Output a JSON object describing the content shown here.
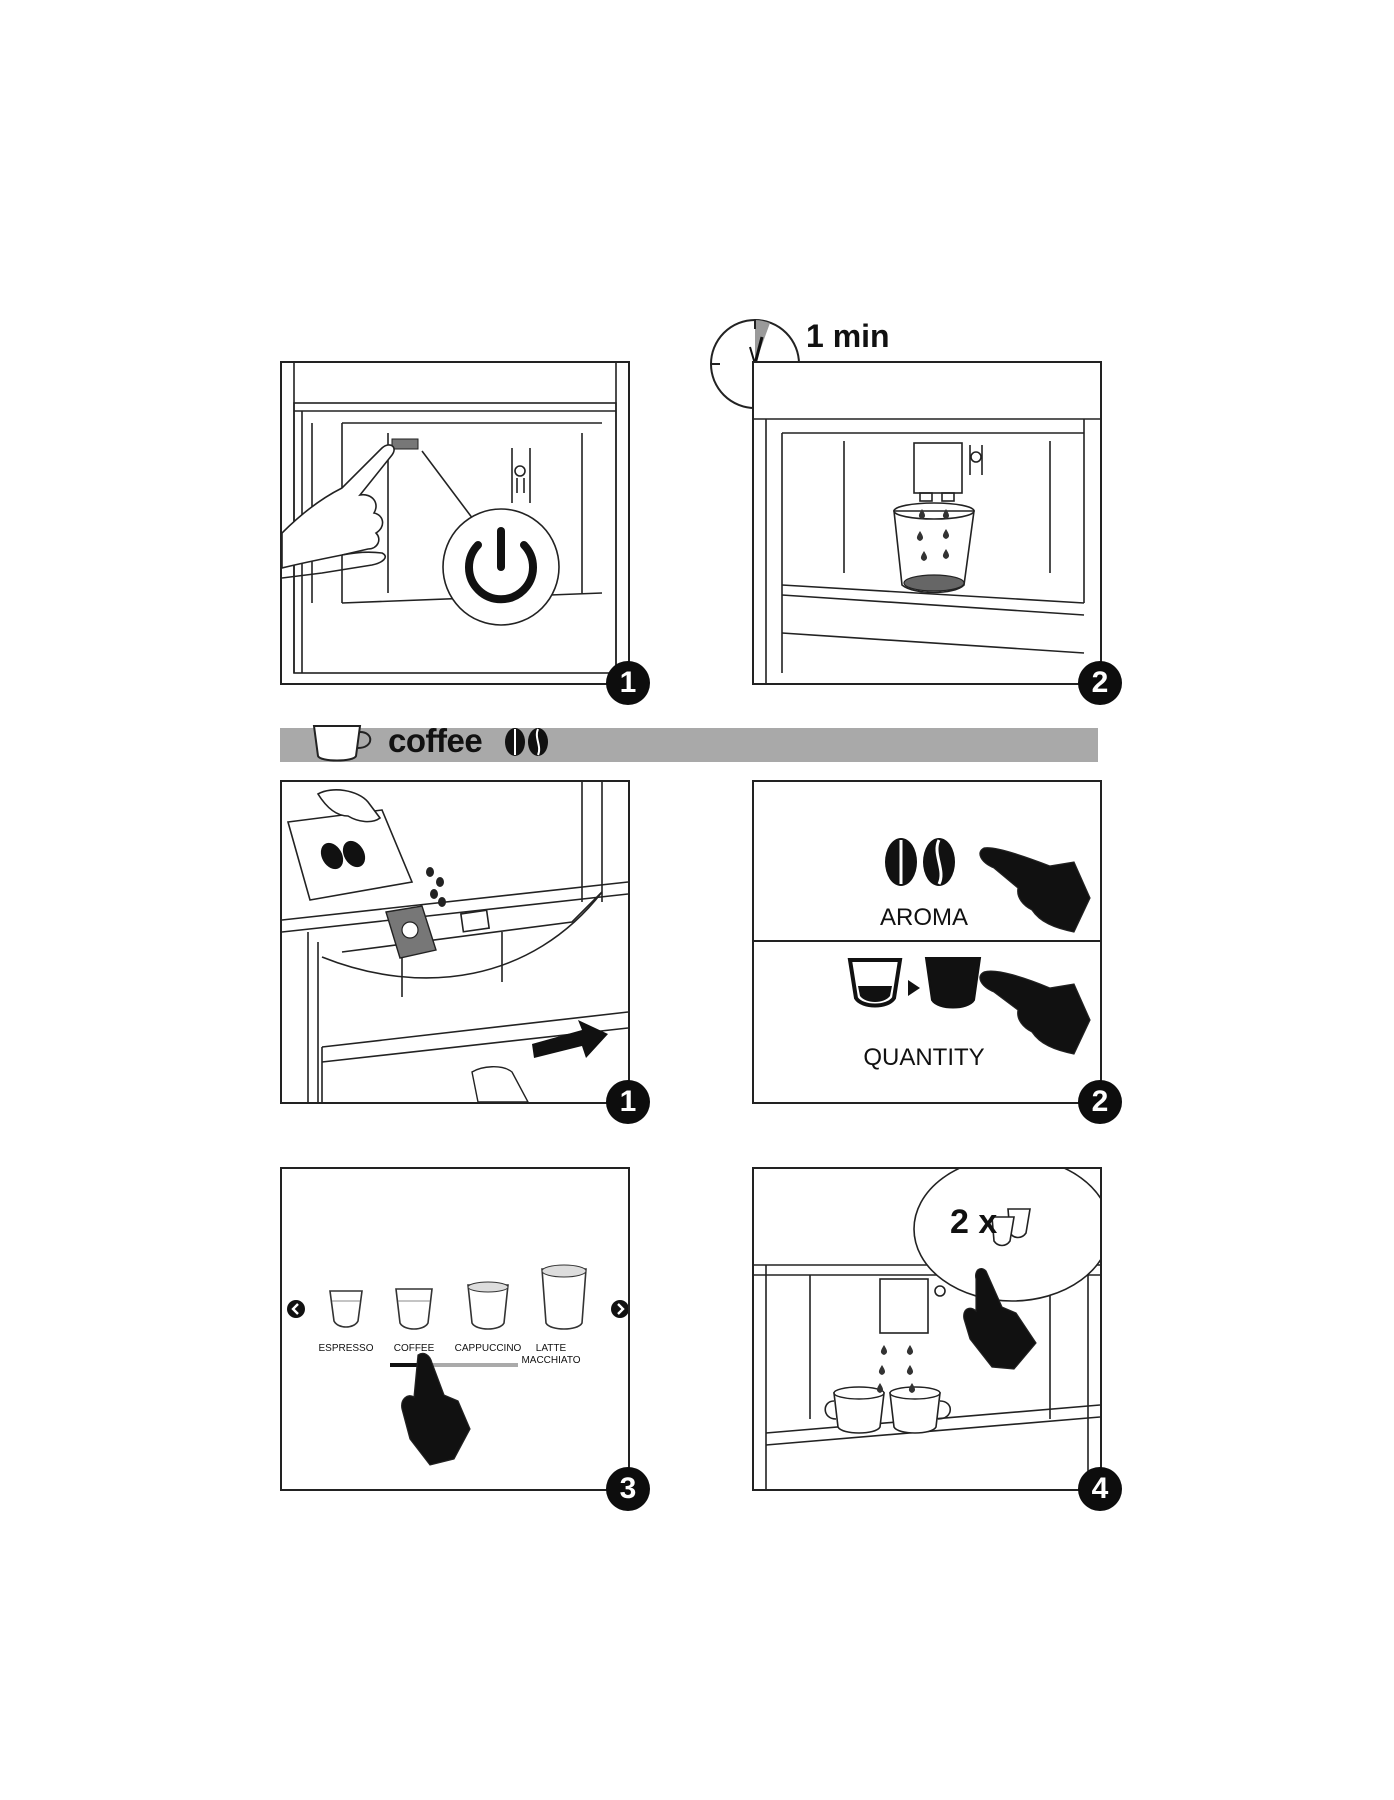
{
  "timer": {
    "label": "1 min"
  },
  "section": {
    "title": "coffee"
  },
  "steps_top": [
    "1",
    "2"
  ],
  "steps_middle": [
    "1",
    "2"
  ],
  "steps_bottom": [
    "3",
    "4"
  ],
  "settings": {
    "aroma_label": "AROMA",
    "quantity_label": "QUANTITY"
  },
  "drinks": [
    {
      "label": "ESPRESSO"
    },
    {
      "label": "COFFEE"
    },
    {
      "label": "CAPPUCCINO"
    },
    {
      "label": "LATTE MACCHIATO"
    }
  ],
  "double": {
    "label": "2 x"
  },
  "icons": [
    "power-icon",
    "clock-icon",
    "cup-icon",
    "coffee-beans-icon",
    "pointing-hand-icon",
    "arrow-left-icon",
    "arrow-right-icon",
    "glass-icon",
    "drops-icon"
  ]
}
